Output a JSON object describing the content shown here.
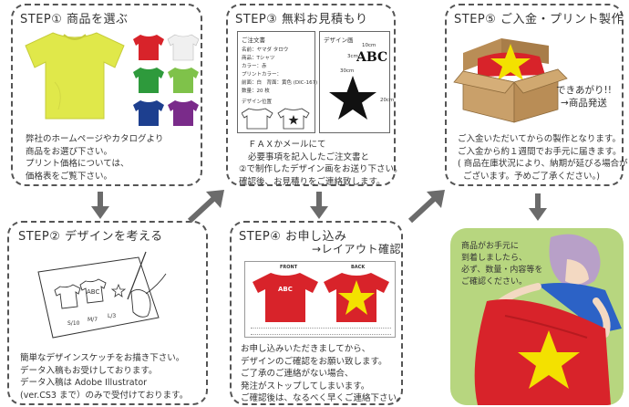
{
  "step1": {
    "title": "STEP① 商品を選ぶ",
    "lines": [
      "弊社のホームページやカタログより",
      "商品をお選び下さい。",
      "プリント価格については、",
      "価格表をご覧下さい。"
    ]
  },
  "step2": {
    "title": "STEP② デザインを考える",
    "lines": [
      "簡単なデザインスケッチをお描き下さい。",
      "データ入稿もお受けしております。",
      "データ入稿は Adobe Illustrator",
      "(ver.CS3 まで）のみで受付けております。"
    ],
    "sketch_label": "ABC",
    "sketch_sizes": [
      "S/10",
      "M/7",
      "L/3"
    ]
  },
  "step3": {
    "title": "STEP③ 無料お見積もり",
    "form_title": "ご注文書",
    "form_fields": [
      "名前：ヤマダ タロウ",
      "商品：Tシャツ",
      "カラー：赤",
      "プリントカラー：",
      "前面：白　背面：黄色 (DIC-167)",
      "数量：20 枚"
    ],
    "form_section": "デザイン位置",
    "design_title": "デザイン画",
    "design_text": "ABC",
    "dimensions": [
      "10cm",
      "3cm",
      "30cm",
      "20cm"
    ],
    "lines": [
      "ＦＡＸかメールにて",
      "必要事項を記入したご注文書と",
      "②で制作したデザイン画をお送り下さい。",
      "確認後、お見積りをご連絡致します。"
    ]
  },
  "step4": {
    "title": "STEP④ お申し込み",
    "subtitle": "→レイアウト確認",
    "front_label": "FRONT",
    "back_label": "BACK",
    "front_text": "ABC",
    "lines": [
      "お申し込みいただきましてから、",
      "デザインのご確認をお願い致します。",
      "ご了承のご連絡がない場合、",
      "発注がストップしてしまいます。",
      "ご確認後は、なるべく早くご連絡下さい。"
    ]
  },
  "step5": {
    "title": "STEP⑤ ご入金・プリント製作",
    "complete_lines": [
      "できあがり!!",
      "→商品発送"
    ],
    "lines": [
      "ご入金いただいてからの製作となります。",
      "ご入金から約１週間でお手元に届きます。",
      "( 商品在庫状況により、納期が延びる場合が",
      "ございます。予めご了承ください。)"
    ]
  },
  "final": {
    "lines": [
      "商品がお手元に",
      "到着しましたら、",
      "必ず、数量・内容等を",
      "ご確認ください。"
    ]
  },
  "colors": {
    "shirt_red": "#d8232a",
    "shirt_yellow": "#e0e84a",
    "star_yellow": "#f3e100",
    "panel_green": "#b7d67f",
    "box_brown": "#c9a06a",
    "arrow_gray": "#6b6b6b"
  }
}
